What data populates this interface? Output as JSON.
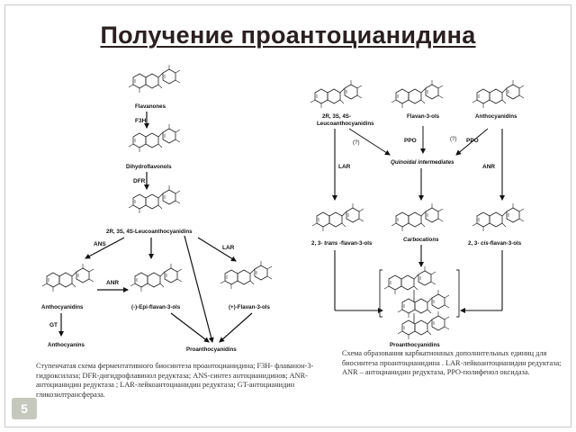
{
  "slide": {
    "title": "Получение проантоцианидина",
    "number": "5"
  },
  "left_scheme": {
    "flavanones": "Flavanones",
    "f3h": "F3H",
    "dihydroflavonols": "Dihydroflavonols",
    "dfr": "DFR",
    "leuco": "2R, 3S, 4S-Leucoanthocyanidins",
    "ans": "ANS",
    "lar": "LAR",
    "anr": "ANR",
    "anthocyanidins": "Anthocyanidins",
    "epi_flavan": "(-)-Epi-flavan-3-ols",
    "plus_flavan": "(+)-Flavan-3-ols",
    "gt": "GT",
    "anthocyanins": "Anthocyanins",
    "proanthocyanidins": "Proanthocyanidins"
  },
  "right_scheme": {
    "leuco_line1": "2R, 3S, 4S-",
    "leuco_line2": "Leucoanthocyanidins",
    "flavan": "Flavan-3-ols",
    "anthocyanidins": "Anthocyanidins",
    "ppo1": "PPO",
    "ppo2": "PPO",
    "q1": "(?)",
    "q2": "(?)",
    "quinoidal": "Quinoidal intermediates",
    "lar": "LAR",
    "anr": "ANR",
    "trans_prefix": "2, 3- ",
    "trans_word": "trans",
    "trans_suffix": " -flavan-3-ols",
    "carbocations": "Carbocations",
    "cis_prefix": "2, 3- ",
    "cis_word": "cis",
    "cis_suffix": "-flavan-3-ols",
    "proanthocyanidins": "Proanthocyanidins"
  },
  "captions": {
    "left": "Ступенчатая схема ферментативного биосинтеза проантоцианидина; F3H- флаванон-3- гидроксилаза; DFR-дигидрофлавинол редуктаза; ANS-синтез антоцианидинов; ANR- антоцианидин редуктаза ; LAR-лейкоантоцианидин редуктаза; GT-антоцианидин гликозилтрансфераза.",
    "right": "Схема образования карбкатионных дополнительных единиц для биосинтеза проантоцианидина . LAR-лейкоантоцианидин редуктаза; ANR – антоцианидин редуктаза, PPO-полифенол оксидаза."
  }
}
